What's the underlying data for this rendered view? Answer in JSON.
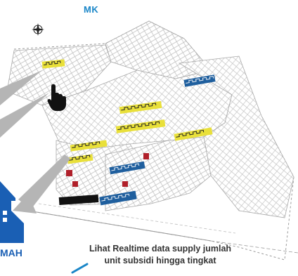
{
  "header": {
    "mk_label": "MK"
  },
  "brand": {
    "corner_text": "MAH",
    "logo_color": "#1a5fb4"
  },
  "caption": {
    "line1": "Lihat Realtime data supply jumlah",
    "line2": "unit subsidi  hingga tingkat"
  },
  "colors": {
    "accent_blue": "#1a86c8",
    "unit_yellow": "#e9e03a",
    "unit_blue": "#1f5f9e",
    "unit_red": "#b0202a",
    "unit_black": "#111111",
    "callout_gray": "#b5b5b5"
  },
  "icons": {
    "compass": "compass-icon",
    "pointer": "hand-pointer-icon",
    "logo": "house-logo-icon"
  }
}
